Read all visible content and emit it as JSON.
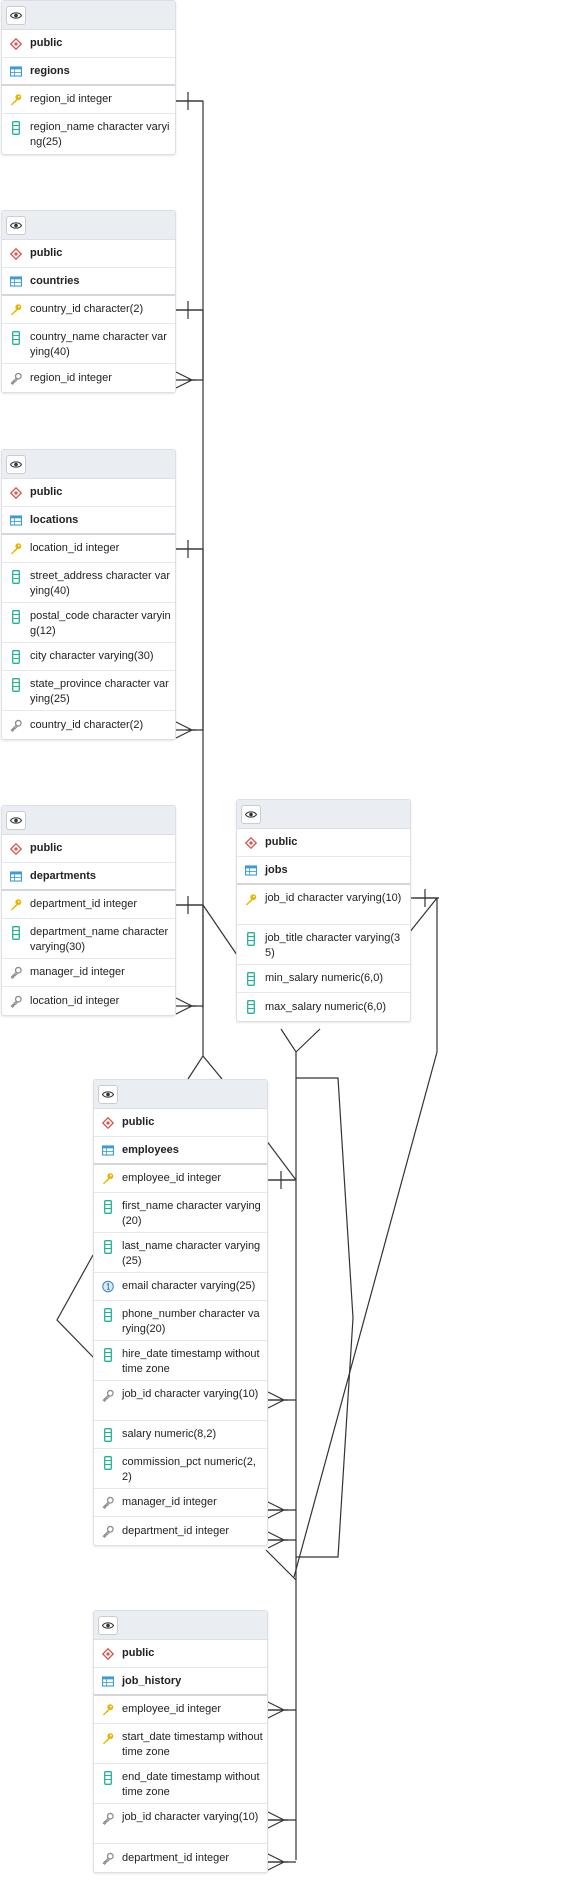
{
  "tables": [
    {
      "schema": "public",
      "name": "regions",
      "columns": [
        {
          "label": "region_id integer",
          "icon": "primary-key-icon"
        },
        {
          "label": "region_name character varying(25)",
          "icon": "column-icon"
        }
      ]
    },
    {
      "schema": "public",
      "name": "countries",
      "columns": [
        {
          "label": "country_id character(2)",
          "icon": "primary-key-icon"
        },
        {
          "label": "country_name character varying(40)",
          "icon": "column-icon"
        },
        {
          "label": "region_id integer",
          "icon": "foreign-key-icon"
        }
      ]
    },
    {
      "schema": "public",
      "name": "locations",
      "columns": [
        {
          "label": "location_id integer",
          "icon": "primary-key-icon"
        },
        {
          "label": "street_address character varying(40)",
          "icon": "column-icon"
        },
        {
          "label": "postal_code character varying(12)",
          "icon": "column-icon"
        },
        {
          "label": "city character varying(30)",
          "icon": "column-icon"
        },
        {
          "label": "state_province character varying(25)",
          "icon": "column-icon"
        },
        {
          "label": "country_id character(2)",
          "icon": "foreign-key-icon"
        }
      ]
    },
    {
      "schema": "public",
      "name": "departments",
      "columns": [
        {
          "label": "department_id integer",
          "icon": "primary-key-icon"
        },
        {
          "label": "department_name character varying(30)",
          "icon": "column-icon"
        },
        {
          "label": "manager_id integer",
          "icon": "foreign-key-icon"
        },
        {
          "label": "location_id integer",
          "icon": "foreign-key-icon"
        }
      ]
    },
    {
      "schema": "public",
      "name": "jobs",
      "columns": [
        {
          "label": "job_id character varying(10)",
          "icon": "primary-key-icon"
        },
        {
          "label": "job_title character varying(35)",
          "icon": "column-icon"
        },
        {
          "label": "min_salary numeric(6,0)",
          "icon": "column-icon"
        },
        {
          "label": "max_salary numeric(6,0)",
          "icon": "column-icon"
        }
      ]
    },
    {
      "schema": "public",
      "name": "employees",
      "columns": [
        {
          "label": "employee_id integer",
          "icon": "primary-key-icon"
        },
        {
          "label": "first_name character varying(20)",
          "icon": "column-icon"
        },
        {
          "label": "last_name character varying(25)",
          "icon": "column-icon"
        },
        {
          "label": "email character varying(25)",
          "icon": "unique-icon"
        },
        {
          "label": "phone_number character varying(20)",
          "icon": "column-icon"
        },
        {
          "label": "hire_date timestamp without time zone",
          "icon": "column-icon"
        },
        {
          "label": "job_id character varying(10)",
          "icon": "foreign-key-icon"
        },
        {
          "label": "salary numeric(8,2)",
          "icon": "column-icon"
        },
        {
          "label": "commission_pct numeric(2,2)",
          "icon": "column-icon"
        },
        {
          "label": "manager_id integer",
          "icon": "foreign-key-icon"
        },
        {
          "label": "department_id integer",
          "icon": "foreign-key-icon"
        }
      ]
    },
    {
      "schema": "public",
      "name": "job_history",
      "columns": [
        {
          "label": "employee_id integer",
          "icon": "primary-key-icon"
        },
        {
          "label": "start_date timestamp without time zone",
          "icon": "primary-key-icon"
        },
        {
          "label": "end_date timestamp without time zone",
          "icon": "column-icon"
        },
        {
          "label": "job_id character varying(10)",
          "icon": "foreign-key-icon"
        },
        {
          "label": "department_id integer",
          "icon": "foreign-key-icon"
        }
      ]
    }
  ],
  "colors": {
    "schema_icon": "#d9534f",
    "table_icon": "#3c9bd9",
    "primary_key": "#e8b600",
    "column": "#21b396",
    "foreign_key": "#8a8d91",
    "unique": "#3b82c4",
    "connector": "#333333"
  }
}
